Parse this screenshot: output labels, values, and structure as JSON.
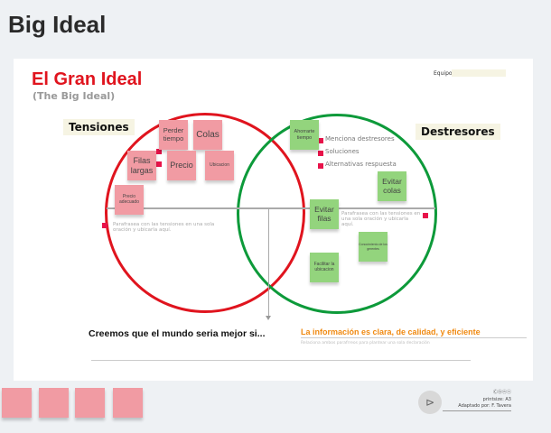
{
  "page": {
    "title": "Big Ideal"
  },
  "board": {
    "title": "El Gran Ideal",
    "subtitle": "(The Big Ideal)",
    "team_label": "Equipo",
    "tensions_label": "Tensiones",
    "destressors_label": "Destresores",
    "tension_hint": "Parafrasea con las tensiones en una sola oración y ubicarla aquí.",
    "destressor_hint": "Parafrasea con las tensiones en una sola oración y ubicarla aquí.",
    "destressor_list": [
      "Menciona destresores",
      "Soluciones",
      "Alternativas respuesta"
    ],
    "statement_prefix": "Creemos que el mundo seria mejor si...",
    "statement_answer": "La información es clara, de calidad, y eficiente",
    "statement_hint": "Relaciona ambos parafrreos para plantear una sola declaración",
    "colors": {
      "red": "#e0141e",
      "green": "#0d9a3a",
      "orange": "#f08a12",
      "pink_note": "#f19ba3",
      "green_note": "#93d47d"
    }
  },
  "tension_notes": [
    "Perder tiempo",
    "Colas",
    "Filas largas",
    "Precio",
    "Ubicacion",
    "Precio adecuado"
  ],
  "destressor_notes": [
    "Ahorrarte tiempo",
    "Evitar colas",
    "Evitar filas",
    "Conocimiento de los gerentes",
    "Facilitar la ubicacion"
  ],
  "footer": {
    "license": "Ⓒⓑⓝⓢ",
    "printsize": "printsize: A3",
    "adapted": "Adaptado por: F. Tavera"
  }
}
